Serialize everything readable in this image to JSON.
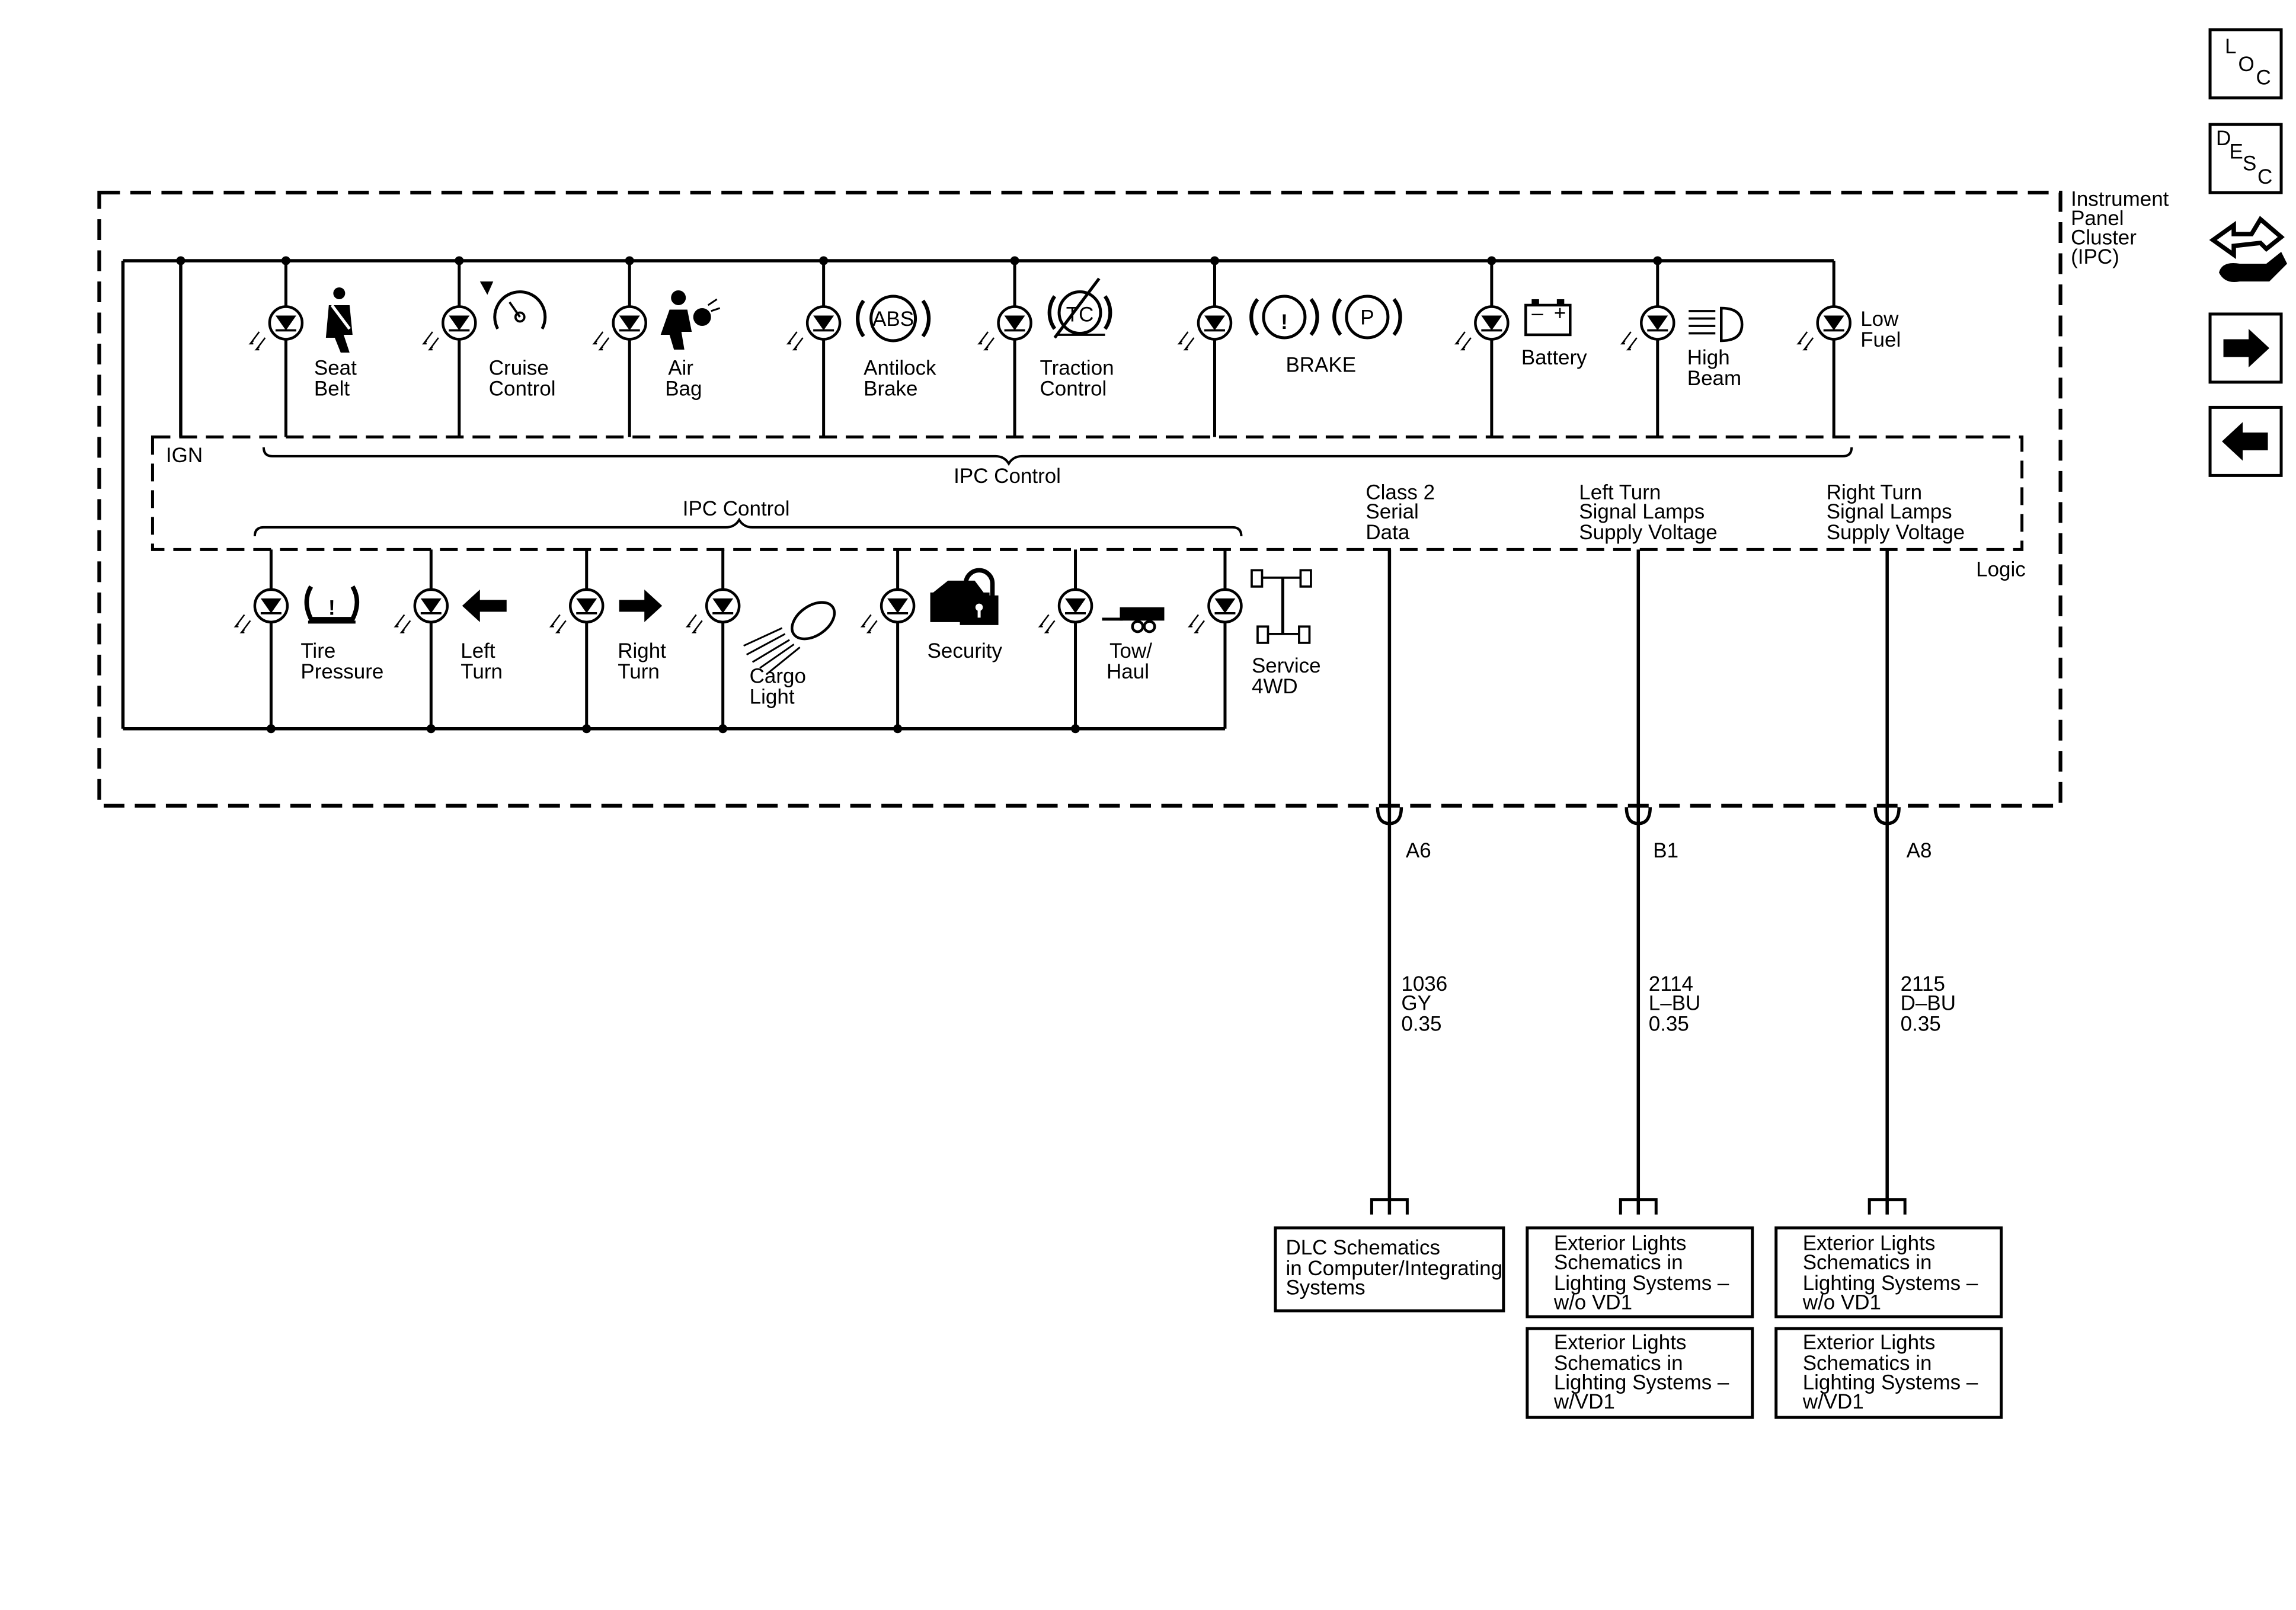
{
  "module": {
    "name_lines": [
      "Instrument",
      "Panel",
      "Cluster",
      "(IPC)"
    ],
    "ign_label": "IGN",
    "ipc_control_top": "IPC Control",
    "ipc_control_bottom": "IPC Control",
    "logic_label": "Logic"
  },
  "indicators_top": [
    {
      "lines": [
        "Seat",
        "Belt"
      ],
      "icon": "seat-belt-icon"
    },
    {
      "lines": [
        "Cruise",
        "Control"
      ],
      "icon": "cruise-control-icon"
    },
    {
      "lines": [
        "Air",
        "Bag"
      ],
      "icon": "air-bag-icon"
    },
    {
      "lines": [
        "Antilock",
        "Brake"
      ],
      "icon": "abs-icon",
      "icon_text": "ABS"
    },
    {
      "lines": [
        "Traction",
        "Control"
      ],
      "icon": "traction-control-icon",
      "icon_text": "TC"
    },
    {
      "lines": [
        "BRAKE"
      ],
      "icon": "brake-icon",
      "icon_text": "!",
      "icon_text2": "P"
    },
    {
      "lines": [
        "Battery"
      ],
      "icon": "battery-icon"
    },
    {
      "lines": [
        "High",
        "Beam"
      ],
      "icon": "high-beam-icon"
    },
    {
      "lines": [
        "Low",
        "Fuel"
      ],
      "icon": "none"
    }
  ],
  "indicators_bottom": [
    {
      "lines": [
        "Tire",
        "Pressure"
      ],
      "icon": "tire-pressure-icon",
      "icon_text": "!"
    },
    {
      "lines": [
        "Left",
        "Turn"
      ],
      "icon": "left-arrow-icon"
    },
    {
      "lines": [
        "Right",
        "Turn"
      ],
      "icon": "right-arrow-icon"
    },
    {
      "lines": [
        "Cargo",
        "Light"
      ],
      "icon": "cargo-lamp-icon"
    },
    {
      "lines": [
        "Security"
      ],
      "icon": "security-lock-icon"
    },
    {
      "lines": [
        "Tow/",
        "Haul"
      ],
      "icon": "tow-haul-icon"
    },
    {
      "lines": [
        "Service",
        "4WD"
      ],
      "icon": "service-4wd-icon"
    }
  ],
  "circuits": [
    {
      "function_lines": [
        "Class 2",
        "Serial",
        "Data"
      ],
      "pin": "A6",
      "circuit": "1036",
      "color": "GY",
      "gauge": "0.35",
      "refs": [
        [
          "DLC Schematics",
          "in Computer/Integrating",
          "Systems"
        ]
      ]
    },
    {
      "function_lines": [
        "Left Turn",
        "Signal Lamps",
        "Supply Voltage"
      ],
      "pin": "B1",
      "circuit": "2114",
      "color": "L–BU",
      "gauge": "0.35",
      "refs": [
        [
          "Exterior Lights",
          "Schematics in",
          "Lighting Systems –",
          "w/o VD1"
        ],
        [
          "Exterior Lights",
          "Schematics in",
          "Lighting Systems –",
          "w/VD1"
        ]
      ]
    },
    {
      "function_lines": [
        "Right Turn",
        "Signal Lamps",
        "Supply Voltage"
      ],
      "pin": "A8",
      "circuit": "2115",
      "color": "D–BU",
      "gauge": "0.35",
      "refs": [
        [
          "Exterior Lights",
          "Schematics in",
          "Lighting Systems –",
          "w/o VD1"
        ],
        [
          "Exterior Lights",
          "Schematics in",
          "Lighting Systems –",
          "w/VD1"
        ]
      ]
    }
  ],
  "nav_buttons": [
    {
      "name": "loc",
      "letters": [
        "L",
        "O",
        "C"
      ]
    },
    {
      "name": "desc",
      "letters": [
        "D",
        "E",
        "S",
        "C"
      ]
    },
    {
      "name": "connector",
      "icon": "connector-icon"
    },
    {
      "name": "next",
      "icon": "right-arrow-icon"
    },
    {
      "name": "previous",
      "icon": "left-arrow-icon"
    }
  ]
}
